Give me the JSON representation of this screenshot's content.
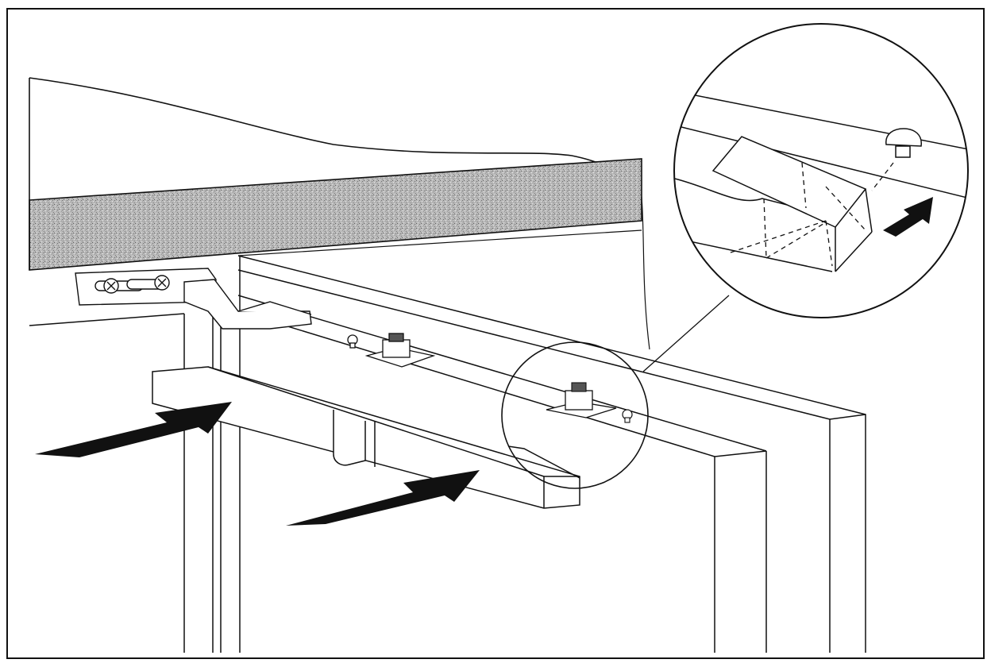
{
  "figure": {
    "background": "#ffffff",
    "ink": "#111111",
    "hatch": "#8a8a8a",
    "arrow_fill": "#111111",
    "arrows": [
      {
        "name": "arrow-left-1",
        "direction": "right"
      },
      {
        "name": "arrow-left-2",
        "direction": "right"
      },
      {
        "name": "arrow-detail",
        "direction": "right"
      }
    ],
    "icons": [
      "hinge-bracket-icon",
      "screw-icon",
      "clip-icon",
      "plug-cap-icon"
    ]
  }
}
